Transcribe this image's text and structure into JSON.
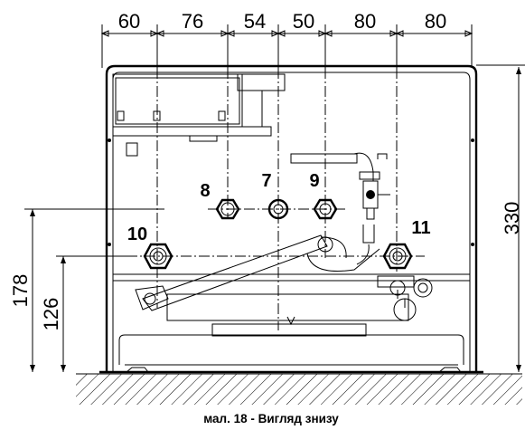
{
  "dimensions": {
    "top": [
      "60",
      "76",
      "54",
      "50",
      "80",
      "80"
    ],
    "height_right": "330",
    "height_left_outer": "178",
    "height_left_inner": "126"
  },
  "connections": {
    "c8": "8",
    "c7": "7",
    "c9": "9",
    "c10": "10",
    "c11": "11"
  },
  "caption": "мал. 18 - Вигляд знизу"
}
